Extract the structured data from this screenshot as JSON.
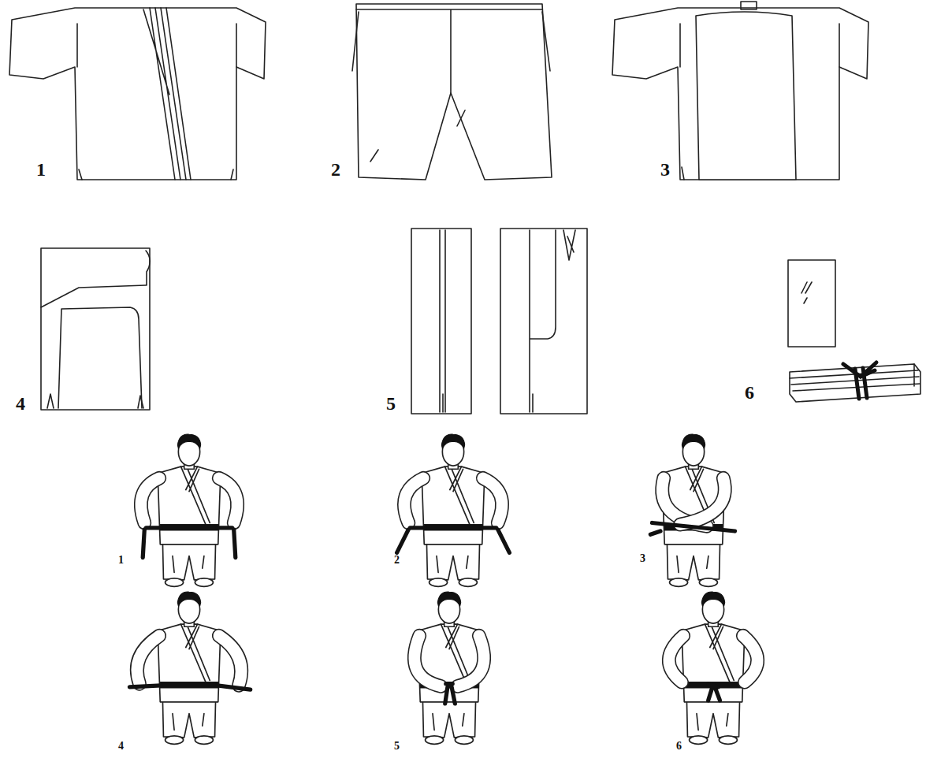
{
  "diagram": {
    "labels": [
      "1",
      "2",
      "3",
      "4",
      "5",
      "6",
      "1",
      "2",
      "3",
      "4",
      "5",
      "6"
    ]
  }
}
